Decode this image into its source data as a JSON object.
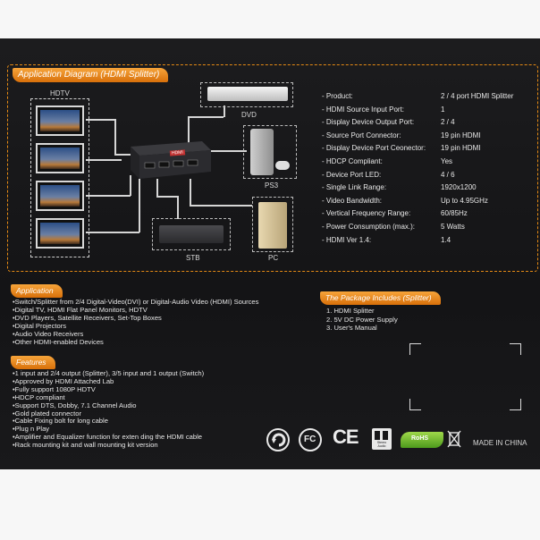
{
  "diagram": {
    "title": "Application  Diagram (HDMI Splitter)",
    "hdtv_label": "HDTV",
    "dvd_label": "DVD",
    "ps3_label": "PS3",
    "stb_label": "STB",
    "pc_label": "PC",
    "splitter_brand": "HDMI"
  },
  "specs": [
    {
      "label": "- Product:",
      "value": "2 / 4 port HDMI Splitter"
    },
    {
      "label": "- HDMI Source Input Port:",
      "value": "1"
    },
    {
      "label": "- Display Device Output Port:",
      "value": "2 / 4"
    },
    {
      "label": "- Source Port Connector:",
      "value": "19 pin HDMI"
    },
    {
      "label": "- Display Device Port Ceonector:",
      "value": "19 pin HDMI"
    },
    {
      "label": "- HDCP Compliant:",
      "value": "Yes"
    },
    {
      "label": "- Device Port LED:",
      "value": "4 / 6"
    },
    {
      "label": "- Single Link Range:",
      "value": "1920x1200"
    },
    {
      "label": "- Video Bandwidth:",
      "value": "Up to 4.95GHz"
    },
    {
      "label": "- Vertical Frequency Range:",
      "value": "60/85Hz"
    },
    {
      "label": "- Power Consumption (max.):",
      "value": "5 Watts"
    },
    {
      "label": "- HDMI Ver 1.4:",
      "value": "1.4"
    }
  ],
  "application": {
    "title": "Application",
    "items": [
      "Switch/Splitter from 2/4 Digital-Video(DVI) or Digital-Audio Video (HDMI) Sources",
      "Digital TV, HDMI Flat Panel Monitors, HDTV",
      "DVD Players, Satellite Receivers, Set-Top Boxes",
      "Digital Projectors",
      "Audio Video Receivers",
      "Other HDMI-enabled Devices"
    ]
  },
  "package": {
    "title": "The Package Includes (Splitter)",
    "items": [
      "1. HDMI Splitter",
      "2. 5V DC Power Supply",
      "3. User's Manual"
    ]
  },
  "features": {
    "title": "Features",
    "items": [
      "1 input and 2/4 output (Splitter),  3/5 input and 1 output (Switch)",
      "Approved by HDMI Attached Lab",
      "Fully support 1080P HDTV",
      "HDCP compliant",
      "Support DTS, Dobby, 7.1 Channel Audio",
      "Gold plated connector",
      "Cable Fixing bolt for long cable",
      "Plug n Play",
      "Amplifier and Equalizer function for exten ding the HDMI cable",
      "Rack mounting kit and wall mounting kit version"
    ]
  },
  "logos": {
    "fc": "FC",
    "ce": "CE",
    "stereo": "Stereo Audio",
    "rohs": "RoHS",
    "made_in": "MADE IN CHINA"
  },
  "colors": {
    "accent": "#e8891a",
    "box_bg": "#161618",
    "page_bg": "#f7f7f7"
  }
}
